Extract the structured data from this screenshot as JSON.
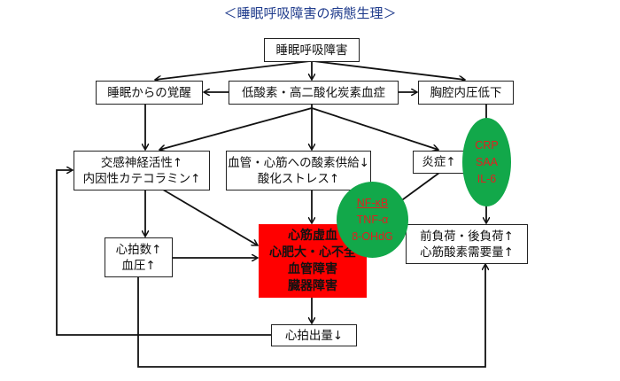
{
  "title": "＜睡眠呼吸障害の病態生理＞",
  "nodes": {
    "sas": "睡眠呼吸障害",
    "arousal": "睡眠からの覚醒",
    "hypoxia": "低酸素・高二酸化炭素血症",
    "intrathoracic": "胸腔内圧低下",
    "sympathetic": [
      "交感神経活性↑",
      "内因性カテコラミン↑"
    ],
    "oxygen_supply": [
      "血管・心筋への酸素供給↓",
      "酸化ストレス↑"
    ],
    "inflammation": "炎症↑",
    "heart_rate": [
      "心拍数↑",
      "血圧↑"
    ],
    "outcomes": [
      "心筋虚血",
      "心肥大・心不全",
      "血管障害",
      "臓器障害"
    ],
    "load": [
      "前負荷・後負荷↑",
      "心筋酸素需要量↑"
    ],
    "cardiac_output": "心拍出量↓"
  },
  "markers": {
    "inflammatory_top": [
      "CRP",
      "SAA",
      "IL-6"
    ],
    "inflammatory_mid": [
      "NF-κB",
      "TNF-α",
      "8-OHdG"
    ]
  },
  "colors": {
    "title": "#1f3b8c",
    "outcome_box": "#ff0000",
    "marker_ellipse": "#12a84a",
    "marker_text": "#e02020"
  }
}
